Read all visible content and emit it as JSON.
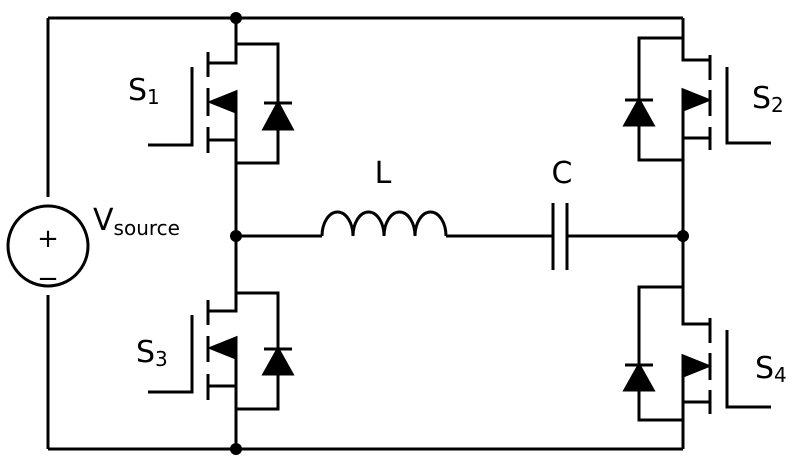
{
  "source": {
    "symbol": "V",
    "subscript": "source",
    "plus": "+",
    "minus": "−"
  },
  "switches": [
    {
      "id": "s1",
      "letter": "S",
      "index": "1"
    },
    {
      "id": "s2",
      "letter": "S",
      "index": "2"
    },
    {
      "id": "s3",
      "letter": "S",
      "index": "3"
    },
    {
      "id": "s4",
      "letter": "S",
      "index": "4"
    }
  ],
  "inductor": {
    "label": "L"
  },
  "capacitor": {
    "label": "C"
  },
  "colors": {
    "wire": "#000000",
    "background": "#ffffff"
  }
}
